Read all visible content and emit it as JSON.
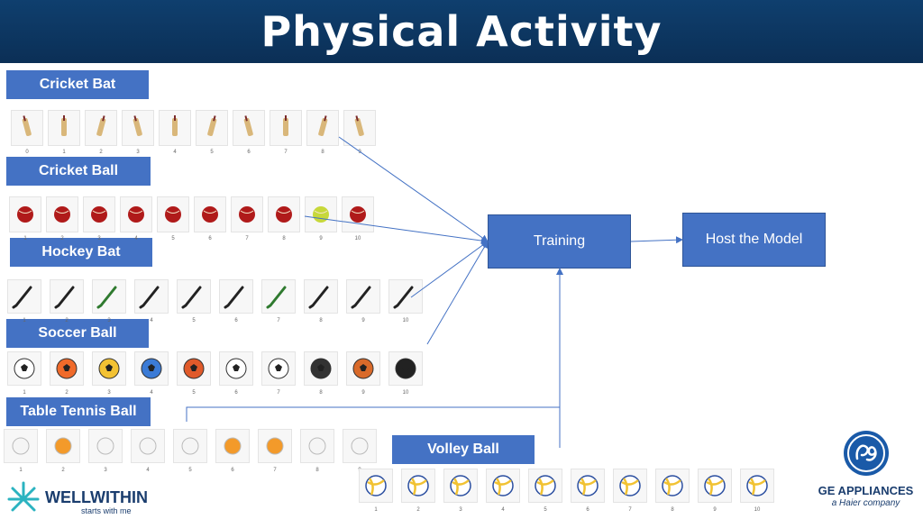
{
  "slide": {
    "title": "Physical Activity"
  },
  "categories": {
    "cricket_bat": {
      "label": "Cricket Bat",
      "numbers": [
        "0",
        "1",
        "2",
        "3",
        "4",
        "5",
        "6",
        "7",
        "8",
        "9"
      ]
    },
    "cricket_ball": {
      "label": "Cricket Ball",
      "numbers": [
        "1",
        "2",
        "3",
        "4",
        "5",
        "6",
        "7",
        "8",
        "9",
        "10"
      ]
    },
    "hockey_bat": {
      "label": "Hockey Bat",
      "numbers": [
        "1",
        "2",
        "3",
        "4",
        "5",
        "6",
        "7",
        "8",
        "9",
        "10"
      ]
    },
    "soccer_ball": {
      "label": "Soccer Ball",
      "numbers": [
        "1",
        "2",
        "3",
        "4",
        "5",
        "6",
        "7",
        "8",
        "9",
        "10"
      ]
    },
    "table_tennis": {
      "label": "Table Tennis Ball",
      "numbers": [
        "1",
        "2",
        "3",
        "4",
        "5",
        "6",
        "7",
        "8",
        "9"
      ]
    },
    "volley_ball": {
      "label": "Volley Ball",
      "numbers": [
        "1",
        "2",
        "3",
        "4",
        "5",
        "6",
        "7",
        "8",
        "9",
        "10"
      ]
    }
  },
  "flow": {
    "training": "Training",
    "host": "Host the Model"
  },
  "logos": {
    "wellwithin": {
      "name": "WELLWITHIN",
      "tagline": "starts with me"
    },
    "ge": {
      "name": "GE APPLIANCES",
      "tagline": "a Haier company"
    }
  },
  "colors": {
    "header": "#0b2f56",
    "label": "#4472c4",
    "arrow": "#4472c4"
  },
  "icons": {
    "cricket_bat": "cricket-bat-icon",
    "cricket_ball": "cricket-ball-icon",
    "hockey_bat": "hockey-stick-icon",
    "soccer_ball": "soccer-ball-icon",
    "table_tennis": "table-tennis-ball-icon",
    "volley_ball": "volleyball-icon"
  }
}
